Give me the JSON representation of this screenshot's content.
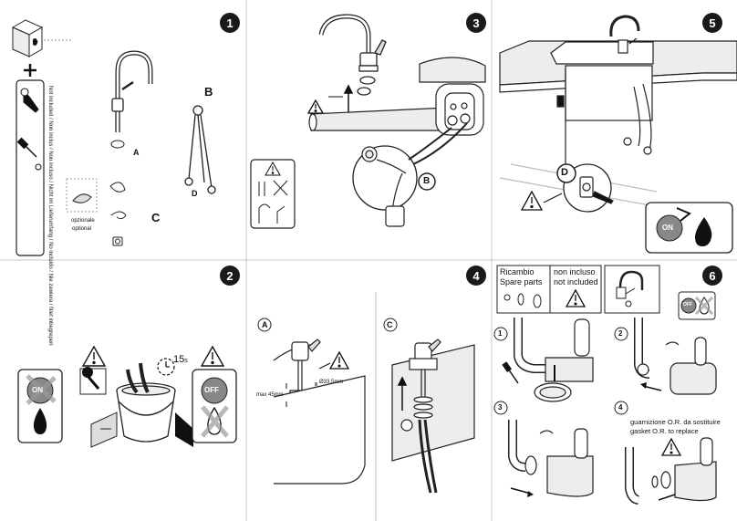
{
  "steps": {
    "s1": "1",
    "s2": "2",
    "s3": "3",
    "s4": "4",
    "s5": "5",
    "s6": "6"
  },
  "panel1": {
    "not_included": "Not included / Non inclus / Non incluso / Nicht im Lieferumfang / No incluido / Nie zawiera / Niet inbegrepen",
    "optional_it": "opzionale",
    "optional_en": "optional",
    "label_a": "A",
    "label_b": "B",
    "label_c": "C",
    "label_d": "D"
  },
  "panel2": {
    "timer": "15",
    "timer_unit": "s",
    "on": "ON",
    "off": "OFF"
  },
  "panel3": {
    "label_b": "B"
  },
  "panel4": {
    "label_a": "A",
    "label_c": "C",
    "max_height": "max 45mm",
    "diameter": "Ø33.5mm"
  },
  "panel5": {
    "label_d": "D",
    "on": "ON"
  },
  "panel6": {
    "spare_it": "Ricambio",
    "spare_en": "Spare parts",
    "not_inc_it": "non incluso",
    "not_inc_en": "not included",
    "sub1": "1",
    "sub2": "2",
    "sub3": "3",
    "sub4": "4",
    "oring_it": "guarnizione O.R. da sostituire",
    "oring_en": "gasket O.R. to replace",
    "off": "OFF"
  },
  "colors": {
    "step_badge": "#1a1a1a",
    "stroke": "#222222",
    "fill_light": "#ededed",
    "dash": "#999999"
  }
}
